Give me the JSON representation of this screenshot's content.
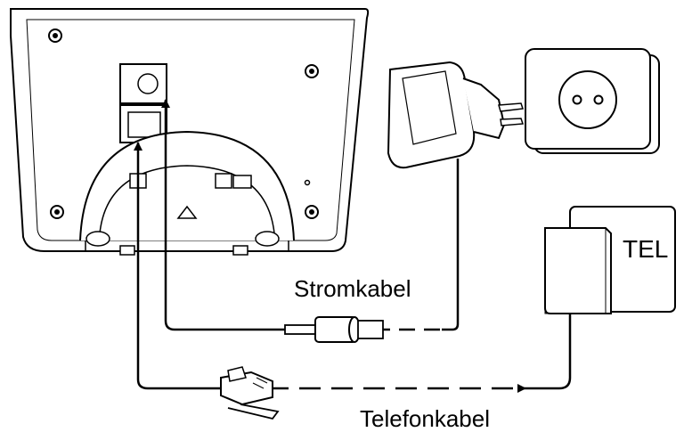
{
  "labels": {
    "power_cable": "Stromkabel",
    "phone_cable": "Telefonkabel",
    "wall_jack": "TEL"
  },
  "colors": {
    "line": "#000000",
    "fill": "#ffffff",
    "shade": "#d8d8d8"
  }
}
